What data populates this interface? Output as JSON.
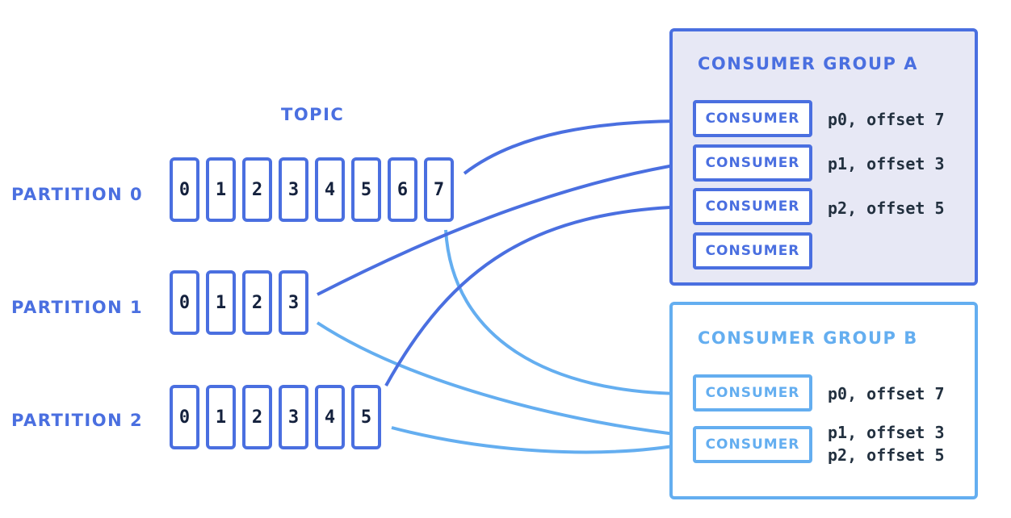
{
  "topic": {
    "label": "TOPIC"
  },
  "partitions": [
    {
      "label": "PARTITION 0",
      "cells": [
        "0",
        "1",
        "2",
        "3",
        "4",
        "5",
        "6",
        "7"
      ]
    },
    {
      "label": "PARTITION 1",
      "cells": [
        "0",
        "1",
        "2",
        "3"
      ]
    },
    {
      "label": "PARTITION 2",
      "cells": [
        "0",
        "1",
        "2",
        "3",
        "4",
        "5"
      ]
    }
  ],
  "group_a": {
    "title": "CONSUMER GROUP A",
    "consumers": [
      {
        "label": "CONSUMER",
        "offsets": [
          "p0, offset 7"
        ]
      },
      {
        "label": "CONSUMER",
        "offsets": [
          "p1, offset 3"
        ]
      },
      {
        "label": "CONSUMER",
        "offsets": [
          "p2, offset 5"
        ]
      },
      {
        "label": "CONSUMER",
        "offsets": []
      }
    ]
  },
  "group_b": {
    "title": "CONSUMER GROUP B",
    "consumers": [
      {
        "label": "CONSUMER",
        "offsets": [
          "p0, offset 7"
        ]
      },
      {
        "label": "CONSUMER",
        "offsets": [
          "p1, offset 3",
          "p2, offset 5"
        ]
      }
    ]
  },
  "colors": {
    "group_a": "#4a6fe0",
    "group_b": "#64aef0",
    "group_a_fill": "#e7e8f5",
    "text_dark": "#14213d"
  }
}
